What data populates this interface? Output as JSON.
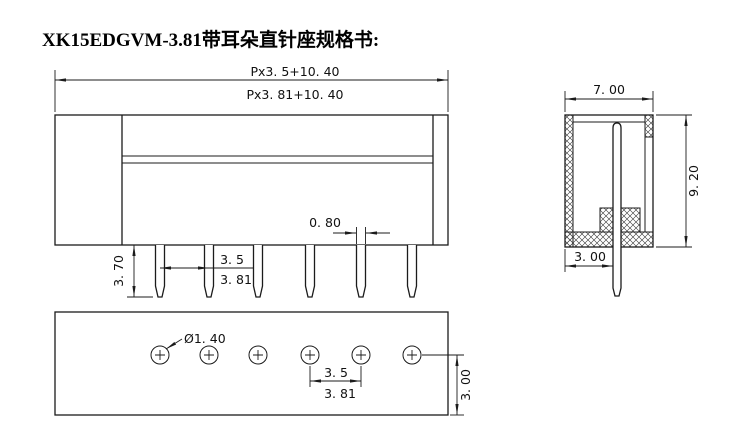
{
  "title": "XK15EDGVM-3.81带耳朵直针座规格书:",
  "front_view": {
    "dim_overall_a": "Px3. 5+10. 40",
    "dim_overall_b": "Px3. 81+10. 40",
    "dim_pin_width": "0. 80",
    "dim_pin_length": "3. 70",
    "dim_pitch_a": "3. 5",
    "dim_pitch_b": "3. 81"
  },
  "bottom_view": {
    "dim_hole_diameter": "Ø1. 40",
    "dim_pitch_a": "3. 5",
    "dim_pitch_b": "3. 81",
    "dim_edge_distance": "3. 00"
  },
  "side_view": {
    "dim_width": "7. 00",
    "dim_height": "9. 20",
    "dim_pin_offset": "3. 00"
  },
  "colors": {
    "line": "#1b1b1b",
    "background": "#ffffff"
  }
}
